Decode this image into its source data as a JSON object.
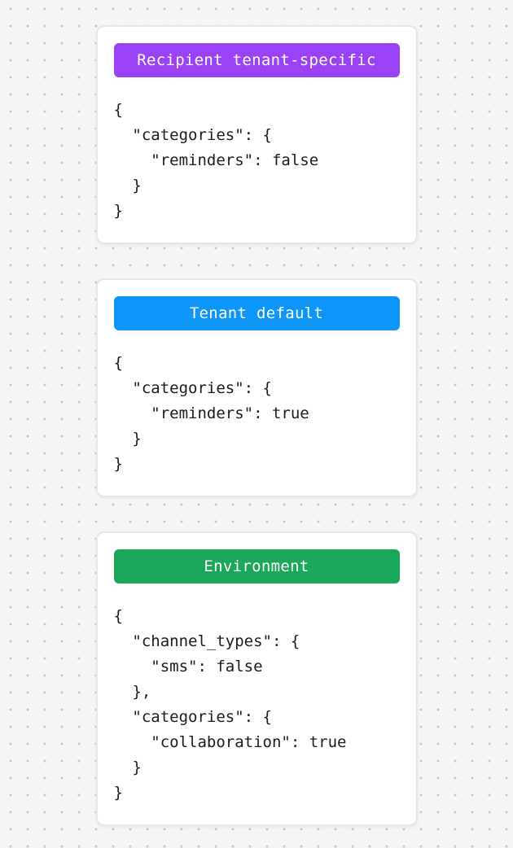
{
  "background": {
    "color": "#f5f4f6",
    "dot_color": "#c4c2c7"
  },
  "cards": [
    {
      "badge": {
        "label": "Recipient tenant-specific",
        "background": "#9a42f5",
        "text_color": "#ffffff"
      },
      "code": "{\n  \"categories\": {\n    \"reminders\": false\n  }\n}"
    },
    {
      "badge": {
        "label": "Tenant default",
        "background": "#0d96f7",
        "text_color": "#ffffff"
      },
      "code": "{\n  \"categories\": {\n    \"reminders\": true\n  }\n}"
    },
    {
      "badge": {
        "label": "Environment",
        "background": "#1aa75a",
        "text_color": "#ffffff"
      },
      "code": "{\n  \"channel_types\": {\n    \"sms\": false\n  },\n  \"categories\": {\n    \"collaboration\": true\n  }\n}"
    }
  ]
}
